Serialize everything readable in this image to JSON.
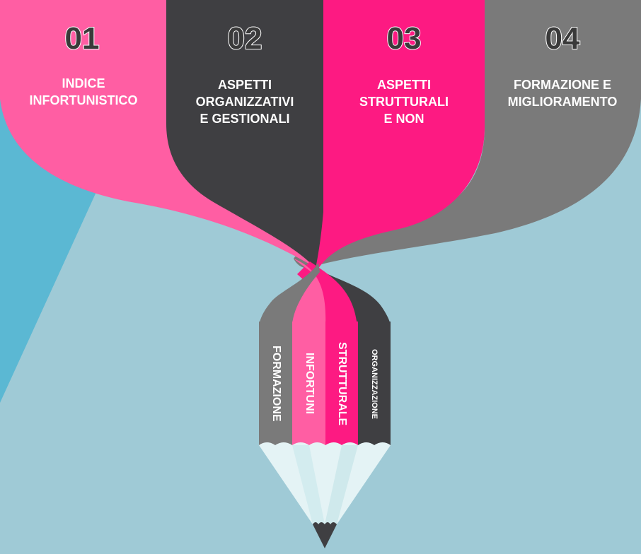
{
  "steps": [
    {
      "number": "01",
      "title_lines": [
        "INDICE",
        "INFORTUNISTICO"
      ],
      "color": "#ff5ea3"
    },
    {
      "number": "02",
      "title_lines": [
        "ASPETTI",
        "ORGANIZZATIVI",
        "E GESTIONALI"
      ],
      "color": "#3f3f42"
    },
    {
      "number": "03",
      "title_lines": [
        "ASPETTI",
        "STRUTTURALI",
        "E NON"
      ],
      "color": "#fd1a82"
    },
    {
      "number": "04",
      "title_lines": [
        "FORMAZIONE E",
        "MIGLIORAMENTO"
      ],
      "color": "#7a7a7a"
    }
  ],
  "pencil_strips": [
    {
      "label": "FORMAZIONE",
      "color": "#7a7a7a"
    },
    {
      "label": "INFORTUNI",
      "color": "#ff5ea3"
    },
    {
      "label": "STRUTTURALE",
      "color": "#fd1a82"
    },
    {
      "label": "ORGANIZZAZIONE",
      "color": "#3f3f42"
    }
  ],
  "colors": {
    "background": "#9fcad6",
    "accent_triangle": "#5bb8d3",
    "pencil_wood": "#e4f3f5",
    "pencil_tip": "#3f3f42"
  }
}
